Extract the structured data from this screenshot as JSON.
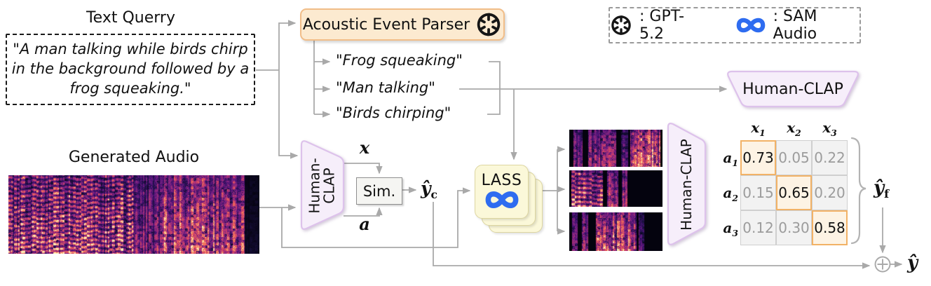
{
  "palette": {
    "wire_gray": "#a9a9a9",
    "parser_fill": "#fcead0",
    "parser_border": "#f1bd88",
    "lass_fill": "#fbf8d9",
    "lass_border": "#ddd6a0",
    "clap_fill": "#f6eefa",
    "clap_border": "#ddc2eb",
    "matrix_cell_fill": "#f2f2f2",
    "matrix_cell_border": "#cfcfcf",
    "matrix_diag_fill": "#fdf3e4",
    "matrix_diag_border": "#f2b266",
    "muted_value_gray": "#9c9c9c",
    "meta_blue": "#2e6cf0",
    "gpt_black": "#161616"
  },
  "query": {
    "title": "Text Querry",
    "text": "\"A man talking while birds chirp in the background followed by a frog squeaking.\""
  },
  "parser": {
    "label": "Acoustic Event Parser"
  },
  "events": [
    "\"Frog squeaking\"",
    "\"Man talking\"",
    "\"Birds chirping\""
  ],
  "legend": {
    "gpt": ": GPT-5.2",
    "sam": ": SAM Audio"
  },
  "audio": {
    "title": "Generated Audio"
  },
  "clap_mid": {
    "line1": "Human-",
    "line2": "CLAP"
  },
  "sim": {
    "label": "Sim."
  },
  "lass": {
    "label": "LASS"
  },
  "clap_right": {
    "label": "Human-CLAP"
  },
  "clap_top": {
    "label": "Human-CLAP"
  },
  "vars": {
    "x": "x",
    "a": "a",
    "yc_base": "ŷ",
    "yc_sub": "c",
    "yf_base": "ŷ",
    "yf_sub": "f",
    "y_final": "ŷ"
  },
  "matrix": {
    "cols": [
      {
        "base": "x",
        "sub": "1"
      },
      {
        "base": "x",
        "sub": "2"
      },
      {
        "base": "x",
        "sub": "3"
      }
    ],
    "rows": [
      {
        "base": "a",
        "sub": "1"
      },
      {
        "base": "a",
        "sub": "2"
      },
      {
        "base": "a",
        "sub": "3"
      }
    ],
    "values": [
      [
        "0.73",
        "0.05",
        "0.22"
      ],
      [
        "0.15",
        "0.65",
        "0.20"
      ],
      [
        "0.12",
        "0.30",
        "0.58"
      ]
    ],
    "highlight": "diagonal"
  }
}
